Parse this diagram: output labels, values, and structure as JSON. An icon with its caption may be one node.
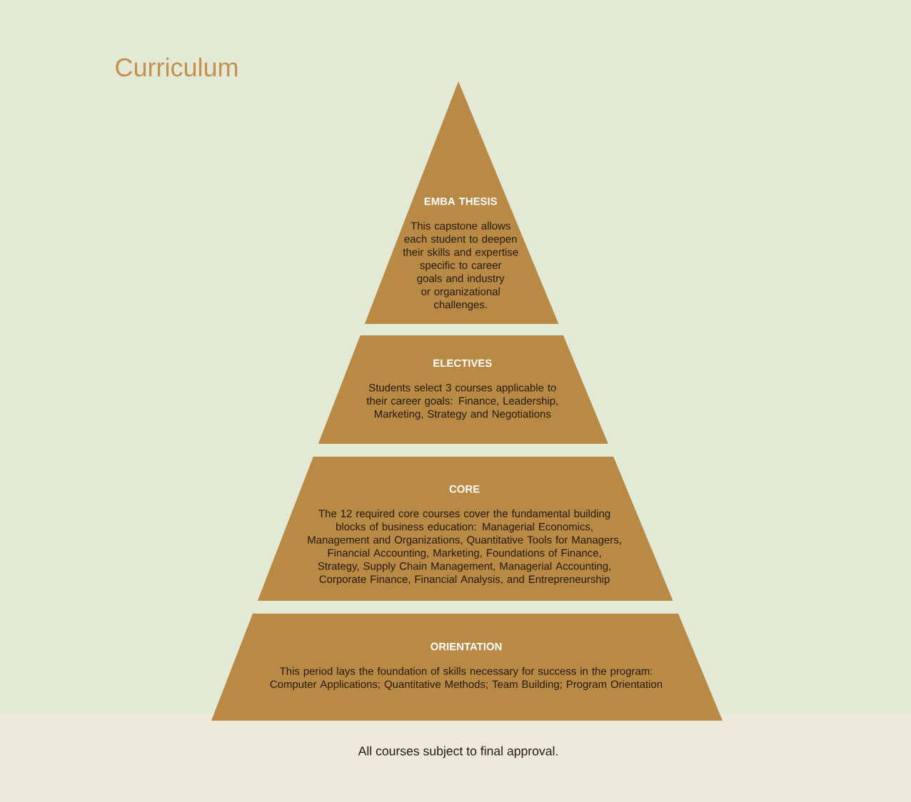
{
  "diagram": {
    "title": "Curriculum",
    "nodes": [
      {
        "text": [
          "EMBA THESIS",
          "This capstone allows each student to deepen their skills and expertise specific to career goals and industry or organizational challenges."
        ]
      },
      {
        "text": [
          "ELECTIVES",
          "Students select 3 courses applicable to their career goals: Finance, Leadership, Marketing, Strategy and Negotiations"
        ]
      },
      {
        "text": [
          "CORE",
          "The 12 required core courses cover the fundamental building blocks of business education: Managerial Economics, Management and Organizations, Quantitative Tools for Managers, Financial Accounting, Marketing, Foundations of Finance, Strategy, Supply Chain Management, Managerial Accounting, Corporate Finance, Financial Analysis, and Entrepreneurship"
        ]
      },
      {
        "text": [
          "ORIENTATION",
          "This period lays the foundation of skills necessary for success in the program: Computer Applications; Quantitative Methods; Team Building; Program Orientation"
        ]
      }
    ],
    "caption": "All courses subject to final approval."
  }
}
